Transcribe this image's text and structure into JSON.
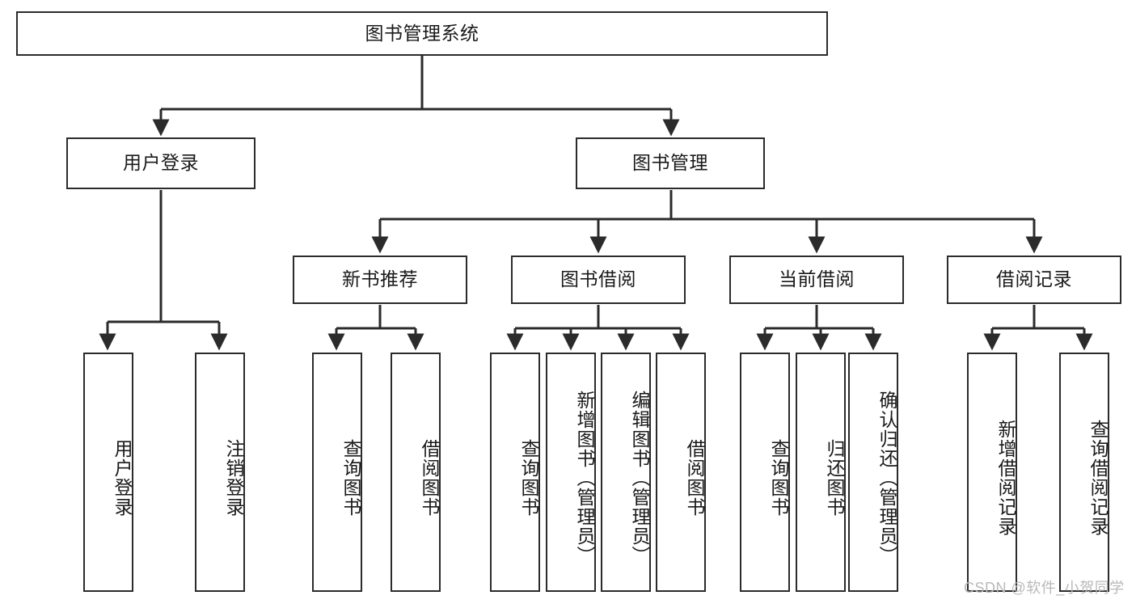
{
  "diagram": {
    "type": "tree-hierarchy",
    "title": "图书管理系统",
    "watermark": "CSDN @软件_小贺同学",
    "colors": {
      "box_border": "#2b2b2b",
      "box_fill": "#ffffff",
      "connector": "#2b2b2b",
      "text": "#1a1a1a",
      "watermark": "#b9b9b9"
    },
    "levels": {
      "root": "图书管理系统",
      "level2": [
        "用户登录",
        "图书管理"
      ],
      "level3": [
        "新书推荐",
        "图书借阅",
        "当前借阅",
        "借阅记录"
      ]
    }
  },
  "nodes": {
    "root": {
      "label": "图书管理系统"
    },
    "user_login": {
      "label": "用户登录"
    },
    "book_manage": {
      "label": "图书管理"
    },
    "new_book_rec": {
      "label": "新书推荐"
    },
    "book_borrow": {
      "label": "图书借阅"
    },
    "current_borrow": {
      "label": "当前借阅"
    },
    "borrow_record": {
      "label": "借阅记录"
    },
    "leaf_user_login": {
      "label": "用户登录"
    },
    "leaf_logout": {
      "label": "注销登录"
    },
    "leaf_query_book_1": {
      "label": "查询图书"
    },
    "leaf_borrow_book_1": {
      "label": "借阅图书"
    },
    "leaf_query_book_2": {
      "label": "查询图书"
    },
    "leaf_add_book": {
      "label": "新增图书（管理员）"
    },
    "leaf_edit_book": {
      "label": "编辑图书（管理员）"
    },
    "leaf_borrow_book_2": {
      "label": "借阅图书"
    },
    "leaf_query_book_3": {
      "label": "查询图书"
    },
    "leaf_return_book": {
      "label": "归还图书"
    },
    "leaf_confirm_return": {
      "label": "确认归还（管理员）"
    },
    "leaf_add_record": {
      "label": "新增借阅记录"
    },
    "leaf_query_record": {
      "label": "查询借阅记录"
    }
  }
}
